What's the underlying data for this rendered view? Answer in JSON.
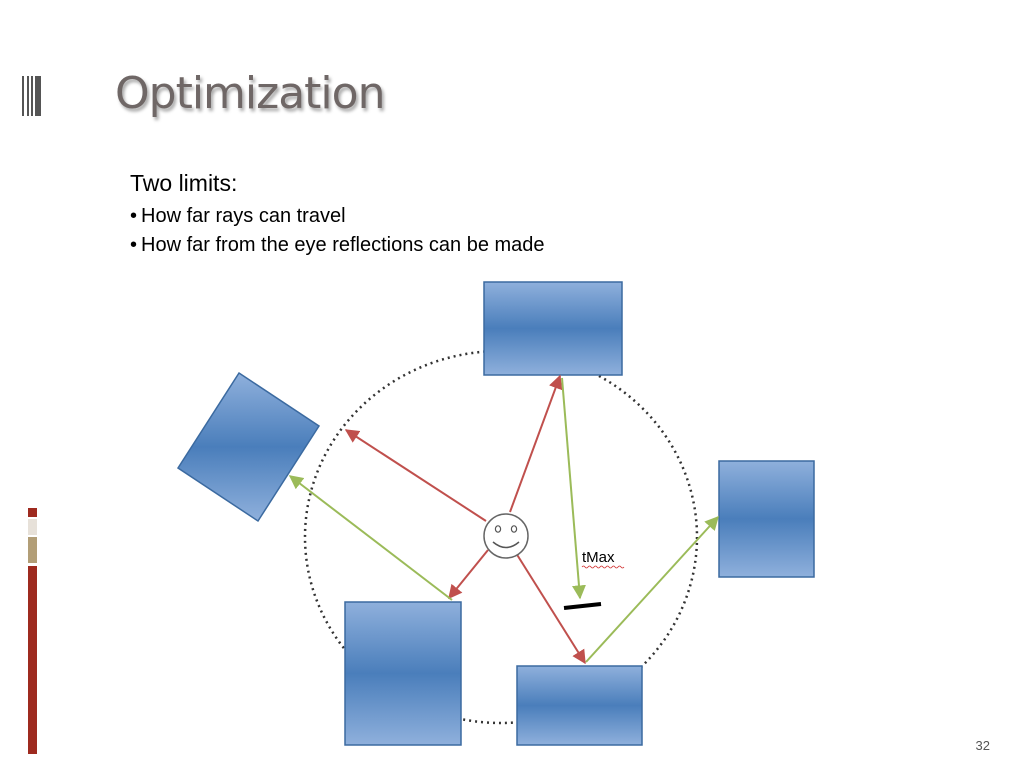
{
  "slide": {
    "title": "Optimization",
    "intro": "Two limits:",
    "bullets": [
      "How far rays can travel",
      "How far from the eye reflections can be made"
    ],
    "page_number": "32"
  },
  "diagram": {
    "tmax_label": "tMax",
    "colors": {
      "box_fill_center": "#4a7ebb",
      "box_fill_edge": "#8fb0dc",
      "ray_red": "#c0504d",
      "ray_green": "#9bbb59",
      "boundary": "#333333"
    }
  },
  "theme": {
    "accent_dark_red": "#9e2a1f",
    "accent_light": "#e7e1d9",
    "accent_tan": "#b29e77"
  }
}
